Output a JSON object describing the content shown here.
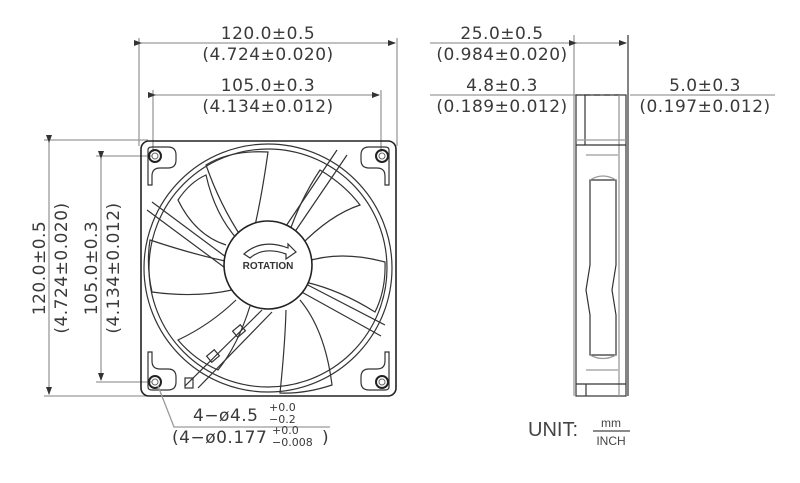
{
  "front_view": {
    "overall_width": {
      "nominal": "120.0±0.5",
      "inch": "(4.724±0.020)"
    },
    "hole_spacing_width": {
      "nominal": "105.0±0.3",
      "inch": "(4.134±0.012)"
    },
    "overall_height": {
      "nominal": "120.0±0.5",
      "inch": "(4.724±0.020)"
    },
    "hole_spacing_height": {
      "nominal": "105.0±0.3",
      "inch": "(4.134±0.012)"
    },
    "hub_label": "ROTATION",
    "mounting_hole": {
      "prefix_mm": "4−ø4.5",
      "tol_upper_mm": "+0.0",
      "tol_lower_mm": "−0.2",
      "prefix_inch": "(4−ø0.177",
      "tol_upper_inch": "+0.0",
      "tol_lower_inch": "−0.008",
      "suffix_inch": ")"
    }
  },
  "side_view": {
    "depth": {
      "nominal": "25.0±0.5",
      "inch": "(0.984±0.020)"
    },
    "left_flange": {
      "nominal": "4.8±0.3",
      "inch": "(0.189±0.012)"
    },
    "right_flange": {
      "nominal": "5.0±0.3",
      "inch": "(0.197±0.012)"
    }
  },
  "unit": {
    "label": "UNIT:",
    "numerator": "mm",
    "denominator": "INCH"
  },
  "colors": {
    "line_dark": "#222222",
    "line_gray": "#9a9a9a",
    "text": "#3a3a3a"
  }
}
